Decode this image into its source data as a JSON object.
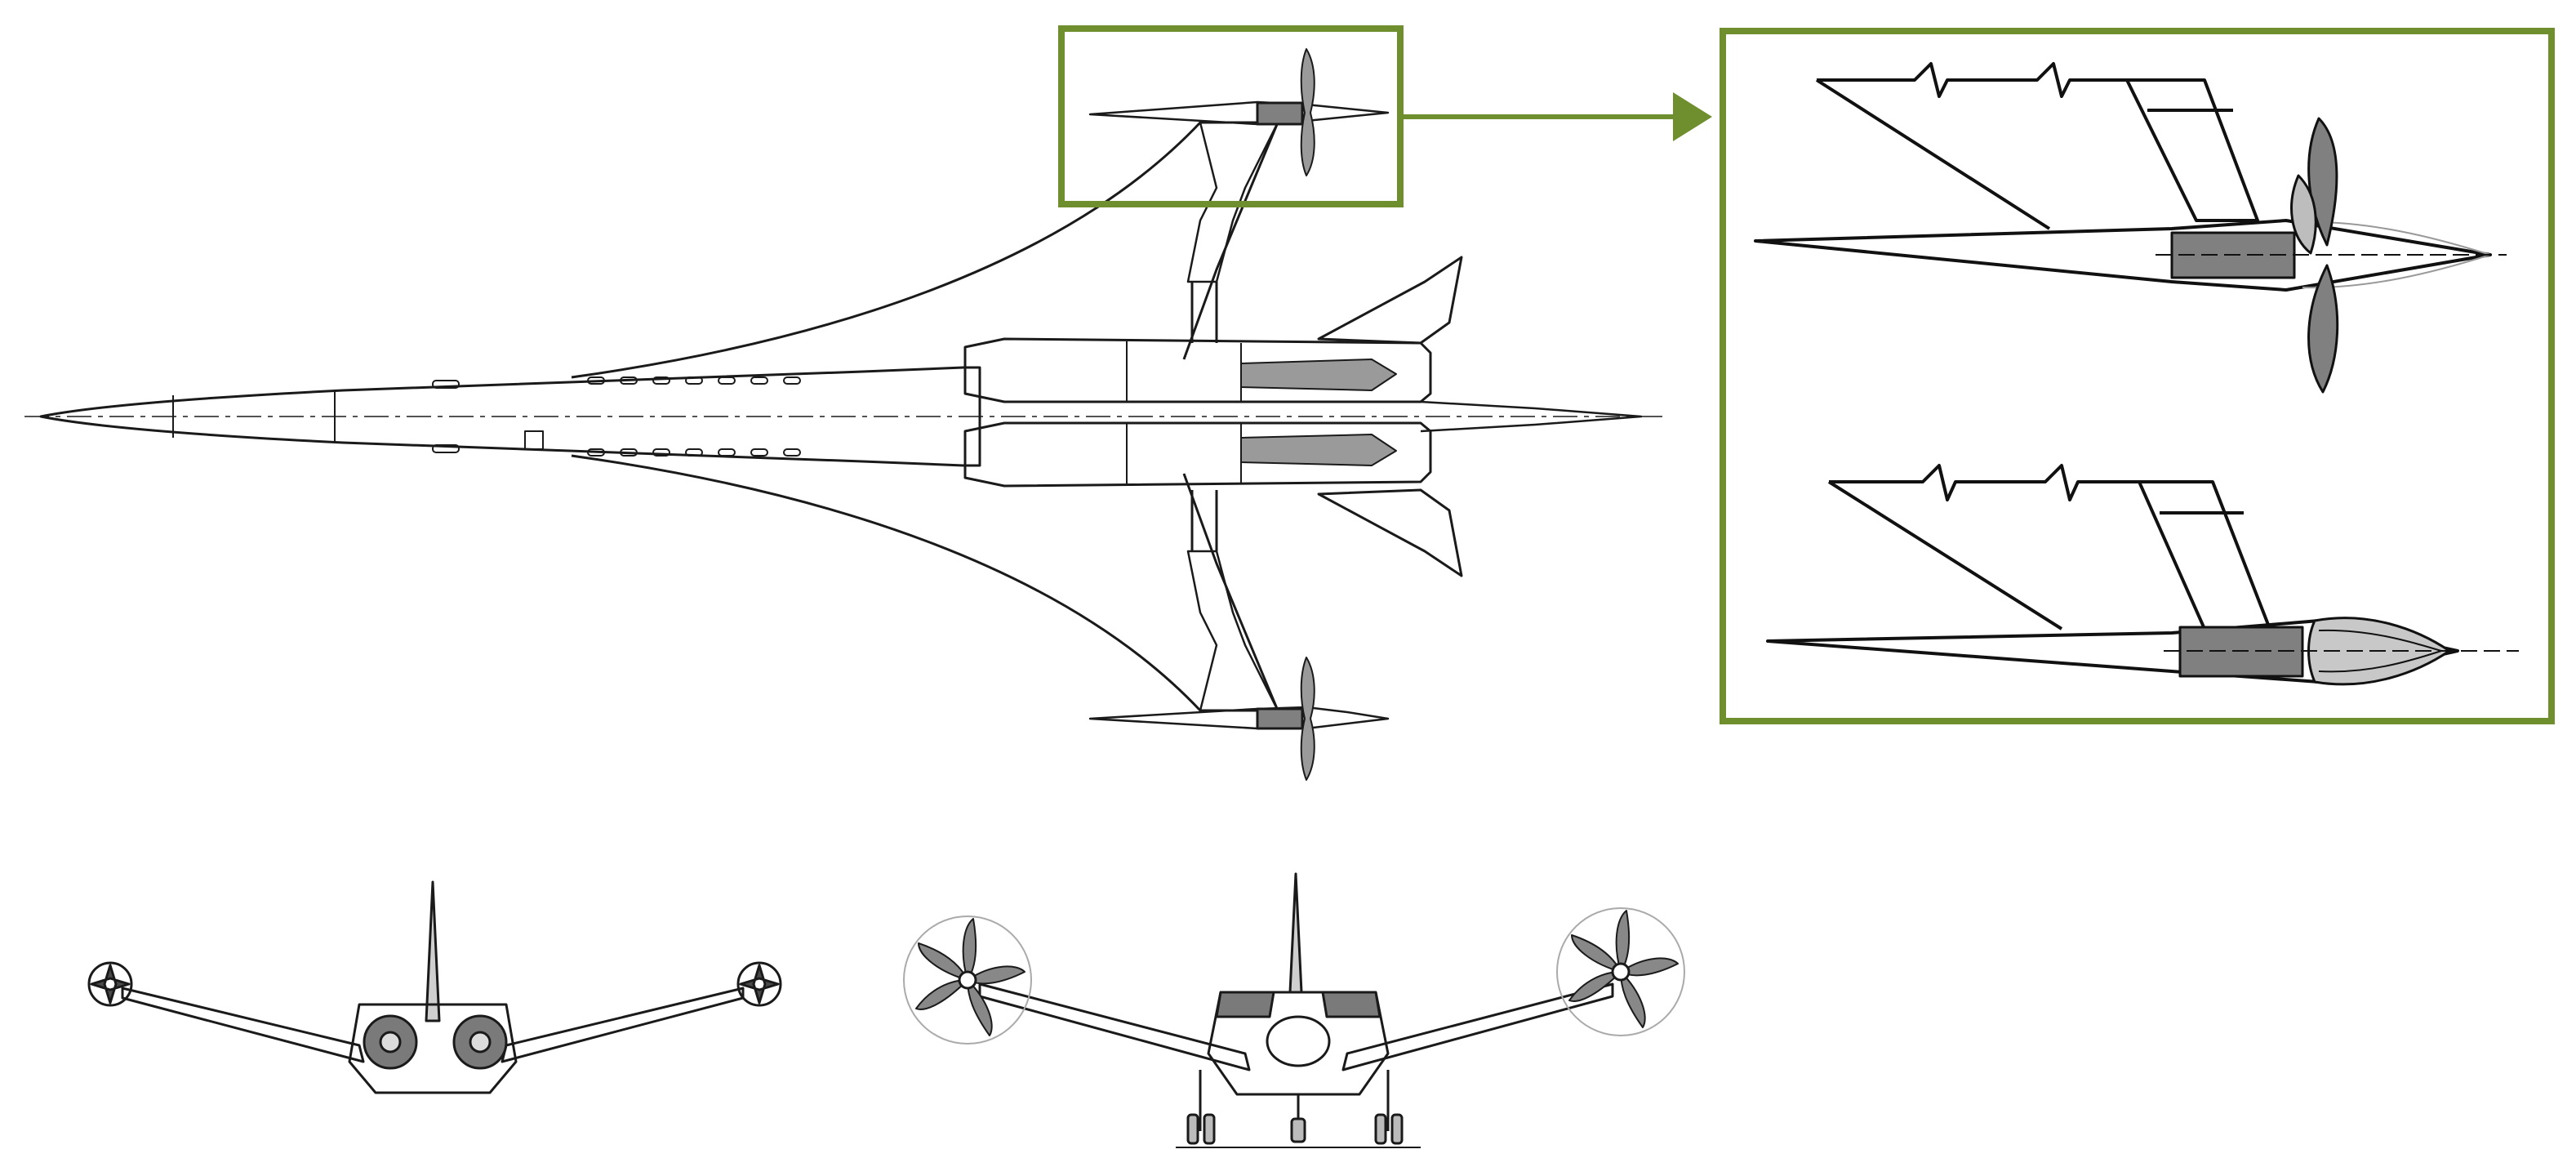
{
  "figure": {
    "background": "#ffffff",
    "line_color": "#1a1a1a",
    "engine_fill": "#808080",
    "callout_color": "#6f8f2e"
  },
  "views": [
    {
      "id": "plan-view",
      "icon": "aircraft-planform-drawing"
    },
    {
      "id": "detail-propeller-extended",
      "icon": "wingtip-propeller-deployed-drawing"
    },
    {
      "id": "detail-propeller-folded",
      "icon": "wingtip-propeller-folded-drawing"
    },
    {
      "id": "front-view-folded",
      "icon": "front-view-folded-props-drawing"
    },
    {
      "id": "front-view-deployed",
      "icon": "front-view-deployed-props-drawing"
    }
  ]
}
